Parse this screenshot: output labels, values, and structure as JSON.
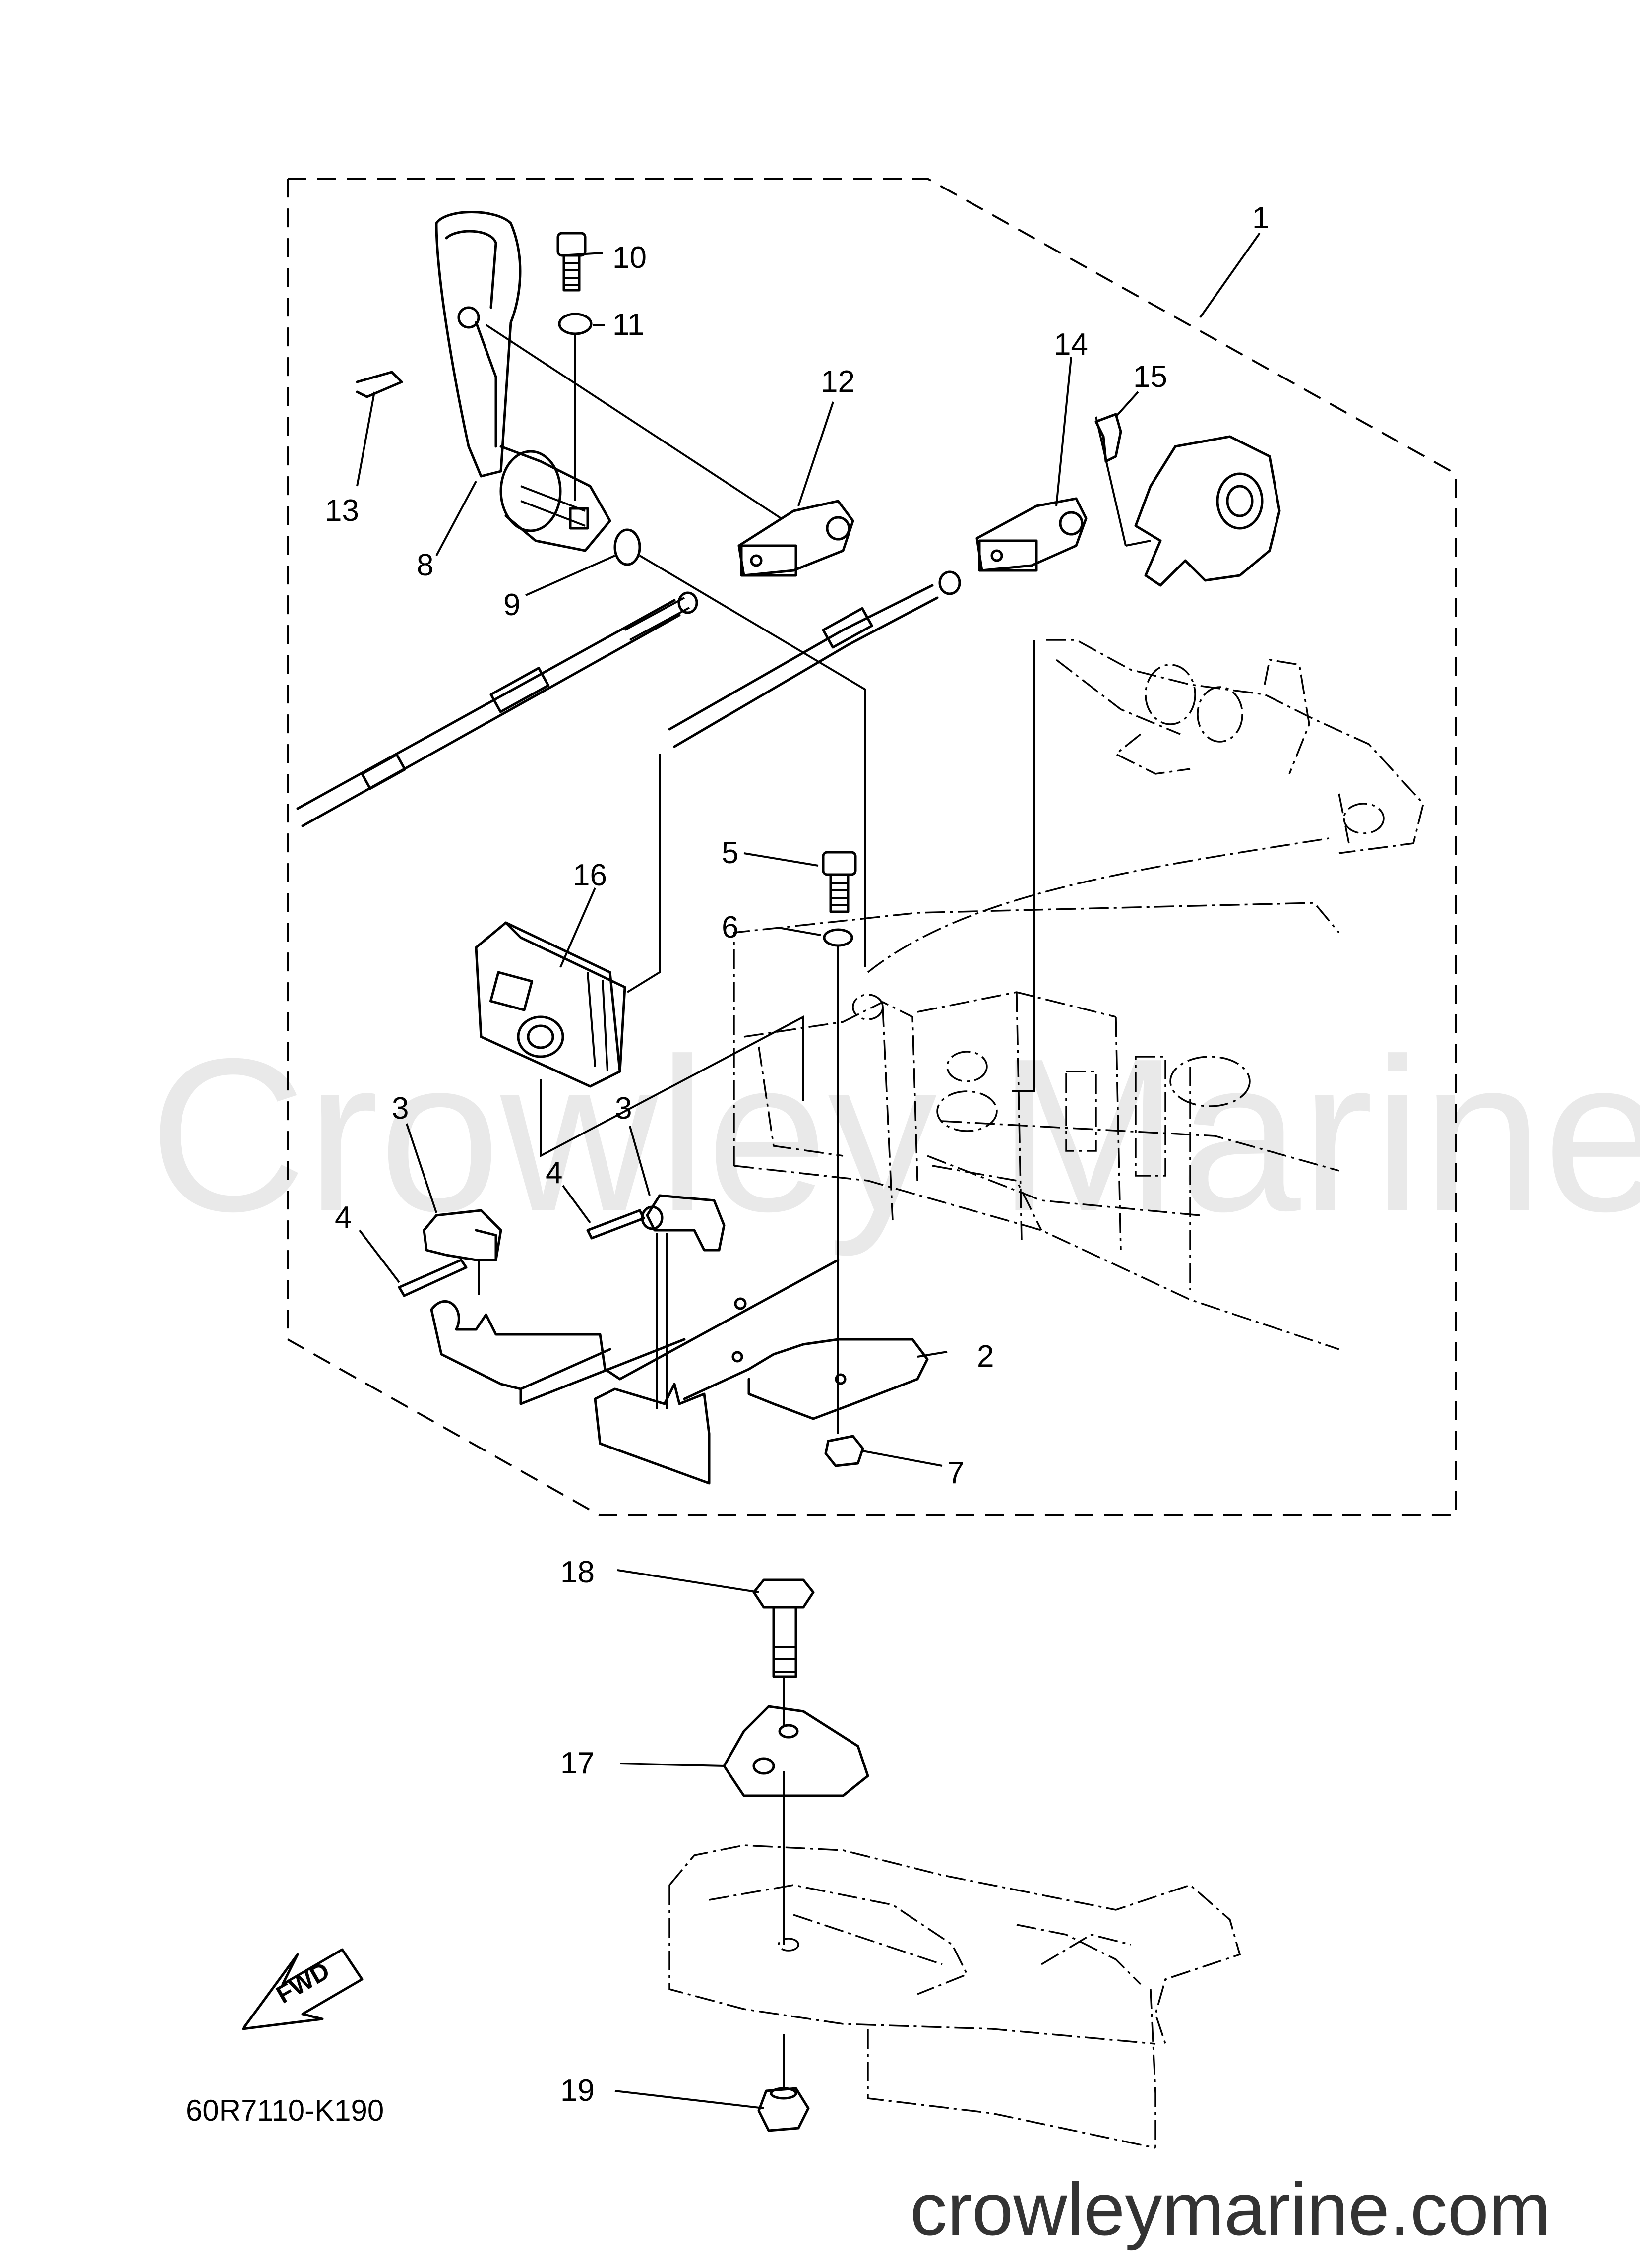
{
  "watermark": "Crowley Marine",
  "footer_url": "crowleymarine.com",
  "diagram_code": "60R7110-K190",
  "fwd_badge": "FWD",
  "callouts": [
    {
      "id": "c1",
      "label": "1"
    },
    {
      "id": "c2",
      "label": "2"
    },
    {
      "id": "c3a",
      "label": "3"
    },
    {
      "id": "c3b",
      "label": "3"
    },
    {
      "id": "c4a",
      "label": "4"
    },
    {
      "id": "c4b",
      "label": "4"
    },
    {
      "id": "c5",
      "label": "5"
    },
    {
      "id": "c6",
      "label": "6"
    },
    {
      "id": "c7",
      "label": "7"
    },
    {
      "id": "c8",
      "label": "8"
    },
    {
      "id": "c9",
      "label": "9"
    },
    {
      "id": "c10",
      "label": "10"
    },
    {
      "id": "c11",
      "label": "11"
    },
    {
      "id": "c12",
      "label": "12"
    },
    {
      "id": "c13",
      "label": "13"
    },
    {
      "id": "c14",
      "label": "14"
    },
    {
      "id": "c15",
      "label": "15"
    },
    {
      "id": "c16",
      "label": "16"
    },
    {
      "id": "c17",
      "label": "17"
    },
    {
      "id": "c18",
      "label": "18"
    },
    {
      "id": "c19",
      "label": "19"
    }
  ]
}
